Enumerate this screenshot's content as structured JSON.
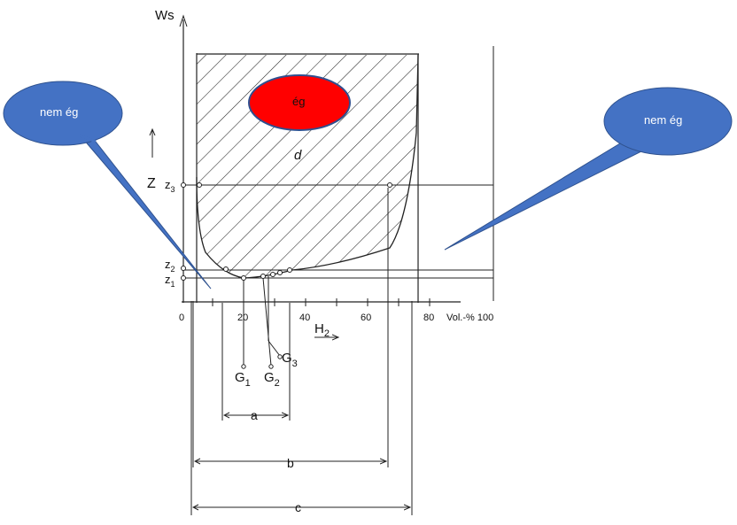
{
  "axes": {
    "y_label": "Ws",
    "x_label": "H",
    "x_label_sub": "2",
    "x_ticks": [
      "0",
      "20",
      "40",
      "60",
      "80"
    ],
    "x_unit_label": "Vol.-% 100",
    "z_label": "Z"
  },
  "levels": {
    "z1": {
      "main": "z",
      "sub": "1"
    },
    "z2": {
      "main": "z",
      "sub": "2"
    },
    "z3": {
      "main": "z",
      "sub": "3"
    }
  },
  "regions": {
    "burn_label": "ég",
    "d_label": "d"
  },
  "callouts": {
    "left": "nem ég",
    "right": "nem ég"
  },
  "points": {
    "g1": {
      "main": "G",
      "sub": "1"
    },
    "g2": {
      "main": "G",
      "sub": "2"
    },
    "g3": {
      "main": "G",
      "sub": "3"
    }
  },
  "dimensions": {
    "a": "a",
    "b": "b",
    "c": "c"
  },
  "colors": {
    "callout_fill": "#4472C4",
    "burn_fill": "#FF0000",
    "burn_stroke": "#2F4F8F",
    "line": "#222222"
  }
}
